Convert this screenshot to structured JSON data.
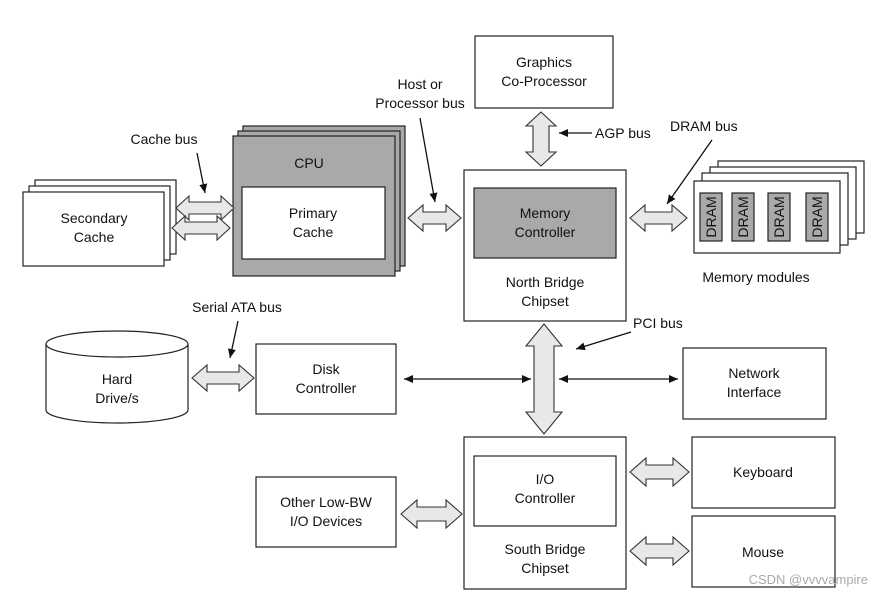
{
  "labels": {
    "graphics_l1": "Graphics",
    "graphics_l2": "Co-Processor",
    "host_bus_l1": "Host or",
    "host_bus_l2": "Processor bus",
    "agp_bus": "AGP bus",
    "dram_bus": "DRAM bus",
    "cache_bus": "Cache bus",
    "cpu": "CPU",
    "primary_cache_l1": "Primary",
    "primary_cache_l2": "Cache",
    "secondary_cache_l1": "Secondary",
    "secondary_cache_l2": "Cache",
    "memory_controller_l1": "Memory",
    "memory_controller_l2": "Controller",
    "north_bridge_l1": "North Bridge",
    "north_bridge_l2": "Chipset",
    "dram": "DRAM",
    "memory_modules": "Memory modules",
    "serial_ata_bus": "Serial ATA bus",
    "pci_bus": "PCI bus",
    "hard_drive_l1": "Hard",
    "hard_drive_l2": "Drive/s",
    "disk_controller_l1": "Disk",
    "disk_controller_l2": "Controller",
    "network_l1": "Network",
    "network_l2": "Interface",
    "io_controller_l1": "I/O",
    "io_controller_l2": "Controller",
    "south_bridge_l1": "South Bridge",
    "south_bridge_l2": "Chipset",
    "keyboard": "Keyboard",
    "mouse": "Mouse",
    "other_io_l1": "Other Low-BW",
    "other_io_l2": "I/O Devices"
  },
  "watermark": "CSDN @vvvvampire"
}
